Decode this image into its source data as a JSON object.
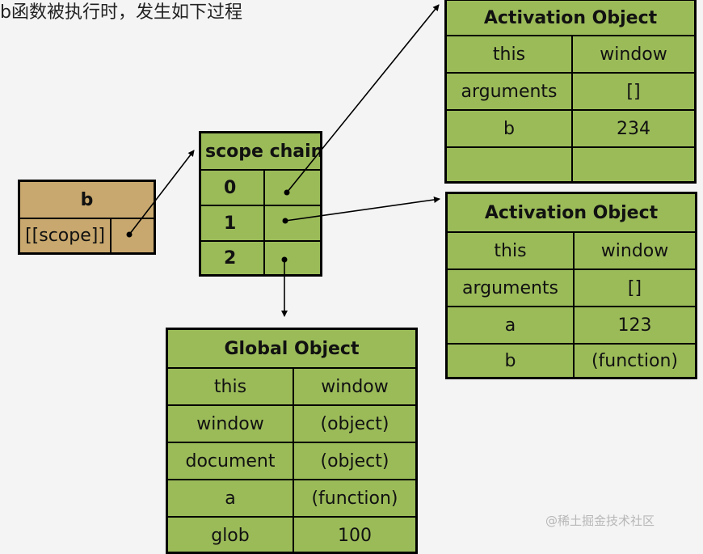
{
  "heading": "b函数被执行时，发生如下过程",
  "b_box": {
    "title": "b",
    "scope_label": "[[scope]]"
  },
  "scope_chain": {
    "title": "scope chain",
    "indices": [
      "0",
      "1",
      "2"
    ]
  },
  "activation_object_1": {
    "title": "Activation Object",
    "rows": [
      {
        "key": "this",
        "value": "window"
      },
      {
        "key": "arguments",
        "value": "[]"
      },
      {
        "key": "b",
        "value": "234"
      },
      {
        "key": "",
        "value": ""
      }
    ]
  },
  "activation_object_2": {
    "title": "Activation Object",
    "rows": [
      {
        "key": "this",
        "value": "window"
      },
      {
        "key": "arguments",
        "value": "[]"
      },
      {
        "key": "a",
        "value": "123"
      },
      {
        "key": "b",
        "value": "(function)"
      }
    ]
  },
  "global_object": {
    "title": "Global Object",
    "rows": [
      {
        "key": "this",
        "value": "window"
      },
      {
        "key": "window",
        "value": "(object)"
      },
      {
        "key": "document",
        "value": "(object)"
      },
      {
        "key": "a",
        "value": "(function)"
      },
      {
        "key": "glob",
        "value": "100"
      }
    ]
  },
  "watermark": "@稀土掘金技术社区",
  "colors": {
    "object_fill": "#9bbb59",
    "function_fill": "#c8a86e",
    "border": "#000000"
  }
}
